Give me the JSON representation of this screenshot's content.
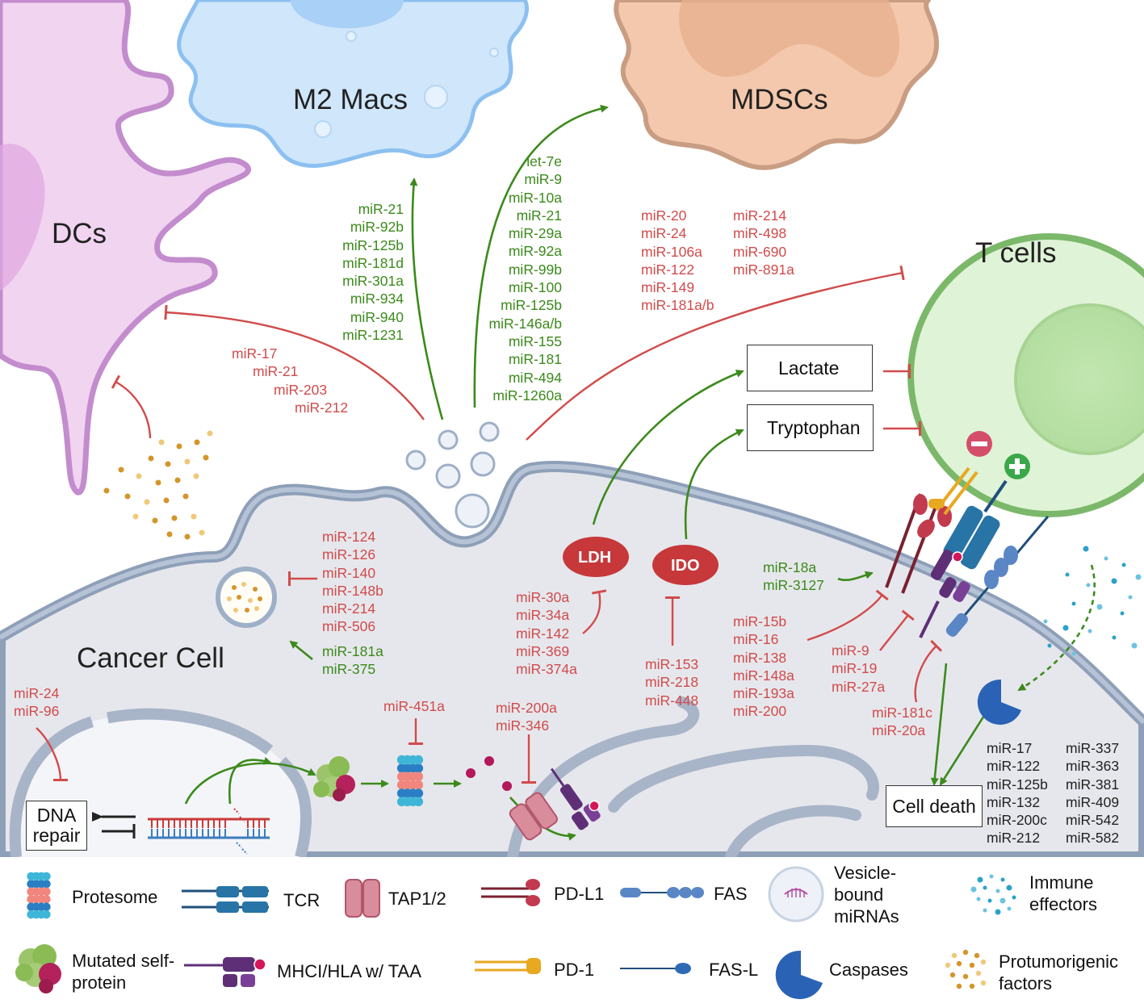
{
  "cells": {
    "dcs": "DCs",
    "m2_macs": "M2 Macs",
    "mdscs": "MDSCs",
    "t_cells": "T cells",
    "cancer_cell": "Cancer Cell"
  },
  "mirna_lists": {
    "m2_green": [
      "miR-21",
      "miR-92b",
      "miR-125b",
      "miR-181d",
      "miR-301a",
      "miR-934",
      "miR-940",
      "miR-1231"
    ],
    "mdsc_green": [
      "let-7e",
      "miR-9",
      "miR-10a",
      "miR-21",
      "miR-29a",
      "miR-92a",
      "miR-99b",
      "miR-100",
      "miR-125b",
      "miR-146a/b",
      "miR-155",
      "miR-181",
      "miR-494",
      "miR-1260a"
    ],
    "tcell_red_col1": [
      "miR-20",
      "miR-24",
      "miR-106a",
      "miR-122",
      "miR-149",
      "miR-181a/b"
    ],
    "tcell_red_col2": [
      "miR-214",
      "miR-498",
      "miR-690",
      "miR-891a"
    ],
    "dc_red": [
      "miR-17",
      "miR-21",
      "miR-203",
      "miR-212"
    ],
    "vesicle_red": [
      "miR-124",
      "miR-126",
      "miR-140",
      "miR-148b",
      "miR-214",
      "miR-506"
    ],
    "vesicle_green": [
      "miR-181a",
      "miR-375"
    ],
    "dna_red": [
      "miR-24",
      "miR-96"
    ],
    "proteasome_red": [
      "miR-451a"
    ],
    "tap_red": [
      "miR-200a",
      "miR-346"
    ],
    "ldh_red": [
      "miR-30a",
      "miR-34a",
      "miR-142",
      "miR-369",
      "miR-374a"
    ],
    "ido_red": [
      "miR-153",
      "miR-218",
      "miR-448"
    ],
    "pdl1_green": [
      "miR-18a",
      "miR-3127"
    ],
    "pdl1_red": [
      "miR-15b",
      "miR-16",
      "miR-138",
      "miR-148a",
      "miR-193a",
      "miR-200"
    ],
    "mhc_red": [
      "miR-9",
      "miR-19",
      "miR-27a"
    ],
    "fas_red": [
      "miR-181c",
      "miR-20a"
    ],
    "death_col1": [
      "miR-17",
      "miR-122",
      "miR-125b",
      "miR-132",
      "miR-200c",
      "miR-212"
    ],
    "death_col2": [
      "miR-337",
      "miR-363",
      "miR-381",
      "miR-409",
      "miR-542",
      "miR-582"
    ]
  },
  "boxes": {
    "lactate": "Lactate",
    "tryptophan": "Tryptophan",
    "dna_repair": "DNA\nrepair",
    "cell_death": "Cell death"
  },
  "enzymes": {
    "ldh": "LDH",
    "ido": "IDO"
  },
  "legend": {
    "proteasome": "Protesome",
    "tcr": "TCR",
    "tap": "TAP1/2",
    "pdl1": "PD-L1",
    "fas": "FAS",
    "vesicle": "Vesicle-\nbound\nmiRNAs",
    "immune": "Immune\neffectors",
    "mutated": "Mutated self-\nprotein",
    "mhc": "MHCI/HLA w/ TAA",
    "pd1": "PD-1",
    "fasl": "FAS-L",
    "caspases": "Caspases",
    "protumor": "Protumorigenic\nfactors"
  },
  "colors": {
    "green": "#3c8a1c",
    "red": "#d14b4b",
    "dc_fill": "#f0d4f0",
    "mac_fill": "#cfe6fb",
    "mdsc_fill": "#f4c8ac",
    "tcell_fill": "#dff3d6",
    "cancer_fill": "#e6e7ec"
  }
}
